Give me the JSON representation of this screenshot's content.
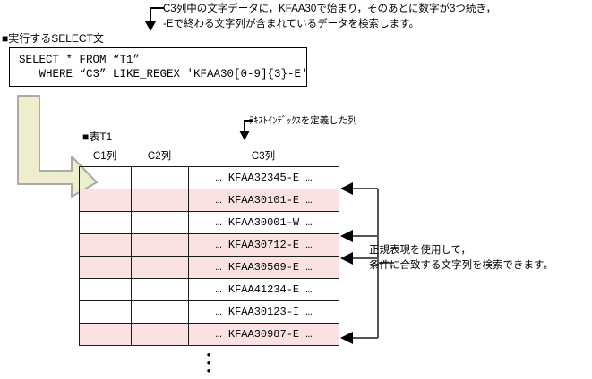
{
  "top_annotation": {
    "text": "C3列中の文字データに，KFAA30で始まり，そのあとに数字が3つ続き，\n-Eで終わる文字列が含まれているデータを検索します。"
  },
  "select_section": {
    "label": "■実行するSELECT文",
    "sql": "SELECT * FROM “T1”\n   WHERE “C3” LIKE_REGEX 'KFAA30[0-9]{3}-E'"
  },
  "text_index_annotation": {
    "text": "ﾃｷｽﾄｲﾝﾃﾞｯｸｽを定義した列"
  },
  "table": {
    "title": "■表T1",
    "columns": [
      "C1列",
      "C2列",
      "C3列"
    ],
    "rows": [
      {
        "c1": "",
        "c2": "",
        "c3": "… KFAA32345-E …",
        "match": false
      },
      {
        "c1": "",
        "c2": "",
        "c3": "… KFAA30101-E …",
        "match": true
      },
      {
        "c1": "",
        "c2": "",
        "c3": "… KFAA30001-W …",
        "match": false
      },
      {
        "c1": "",
        "c2": "",
        "c3": "… KFAA30712-E …",
        "match": true
      },
      {
        "c1": "",
        "c2": "",
        "c3": "… KFAA30569-E …",
        "match": true
      },
      {
        "c1": "",
        "c2": "",
        "c3": "… KFAA41234-E …",
        "match": false
      },
      {
        "c1": "",
        "c2": "",
        "c3": "… KFAA30123-I …",
        "match": false
      },
      {
        "c1": "",
        "c2": "",
        "c3": "… KFAA30987-E …",
        "match": true
      }
    ],
    "continuation": "⋮"
  },
  "right_annotation": {
    "text": "正規表現を使用して，\n条件に合致する文字列を検索できます。"
  },
  "colors": {
    "match_row_background": "#fbe2e2",
    "flow_arrow_fill": "#eeeecc",
    "flow_arrow_stroke": "#aaaaaa",
    "connector_line": "#555555",
    "table_border": "#1a1a1a"
  }
}
